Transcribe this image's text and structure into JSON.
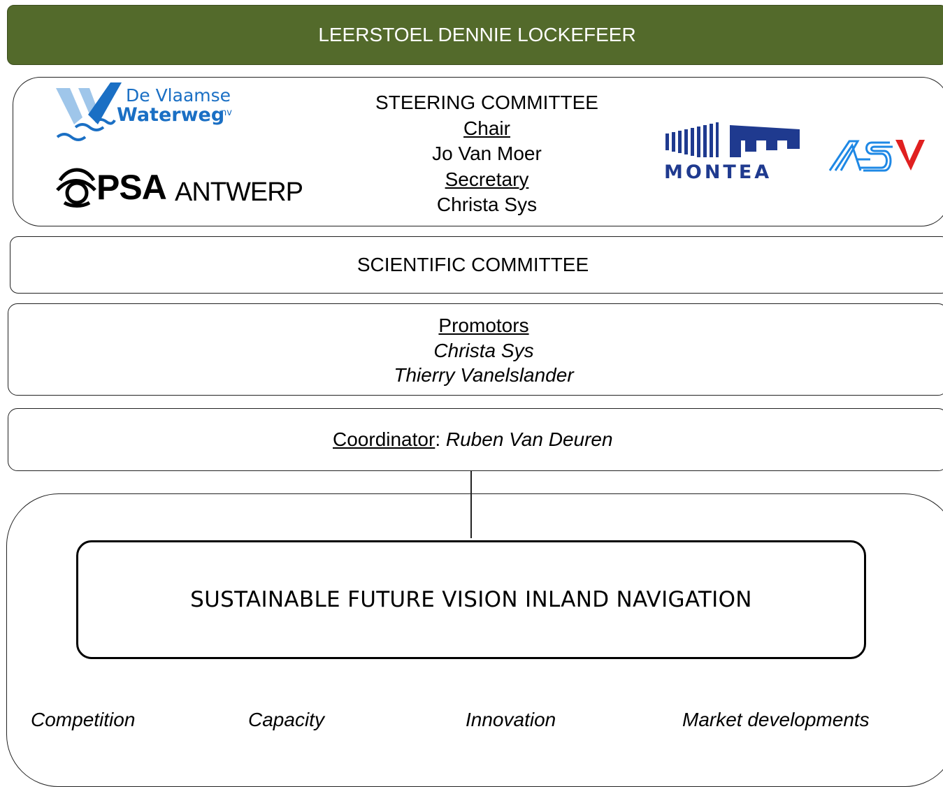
{
  "header": {
    "title": "LEERSTOEL DENNIE LOCKEFEER"
  },
  "steering": {
    "title": "STEERING COMMITTEE",
    "chair_label": "Chair",
    "chair_name": "Jo Van Moer",
    "secretary_label": "Secretary",
    "secretary_name": "Christa Sys"
  },
  "logos": {
    "vlaamse_line1": "De Vlaamse",
    "vlaamse_line2": "Waterweg",
    "vlaamse_suffix": "nv",
    "psa": "PSA",
    "psa_city": "ANTWERP",
    "montea": "MONTEA",
    "colors": {
      "vlaamse_blue": "#1a6fc4",
      "vlaamse_light": "#9fc6ea",
      "montea": "#1f3a8f",
      "asv_blue": "#1e88e5",
      "asv_red": "#e02020"
    }
  },
  "scientific": {
    "title": "SCIENTIFIC COMMITTEE"
  },
  "promotors": {
    "label": "Promotors",
    "names": [
      "Christa Sys",
      "Thierry Vanelslander"
    ]
  },
  "coordinator": {
    "label": "Coordinator",
    "separator": ": ",
    "name": "Ruben Van Deuren"
  },
  "project": {
    "title": "SUSTAINABLE FUTURE VISION INLAND NAVIGATION"
  },
  "themes": [
    "Competition",
    "Capacity",
    "Innovation",
    "Market developments"
  ],
  "colors": {
    "header_bg": "#536a2b",
    "header_text": "#ffffff",
    "border": "#222222"
  }
}
